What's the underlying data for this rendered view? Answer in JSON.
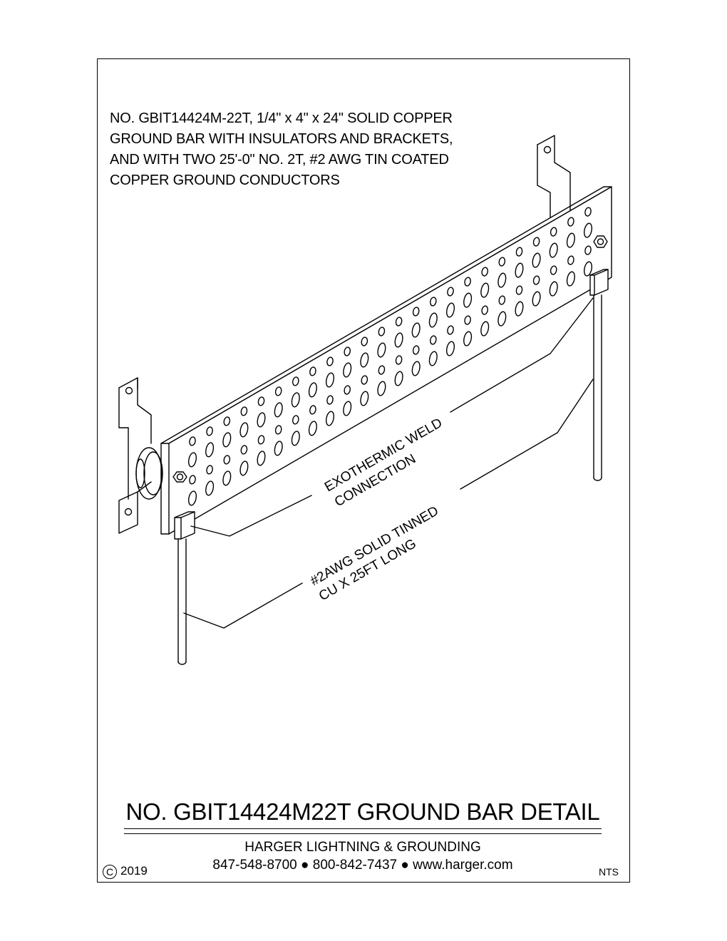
{
  "description": {
    "lines": [
      "NO. GBIT14424M-22T, 1/4\" x 4\" x 24\" SOLID COPPER",
      "GROUND BAR WITH INSULATORS AND BRACKETS,",
      "AND WITH TWO 25'-0\" NO. 2T, #2 AWG TIN COATED",
      "COPPER GROUND CONDUCTORS"
    ]
  },
  "callouts": {
    "weld": [
      "EXOTHERMIC WELD",
      "CONNECTION"
    ],
    "conductor": [
      "#2AWG SOLID TINNED",
      "CU X 25FT LONG"
    ]
  },
  "title_block": {
    "title": "NO. GBIT14424M22T GROUND BAR DETAIL",
    "company": "HARGER LIGHTNING & GROUNDING",
    "contact": "847-548-8700 ● 800-842-7437 ● www.harger.com",
    "copyright_symbol": "C",
    "copyright_year": "2019",
    "scale": "NTS"
  },
  "colors": {
    "line": "#000000",
    "background": "#ffffff"
  }
}
